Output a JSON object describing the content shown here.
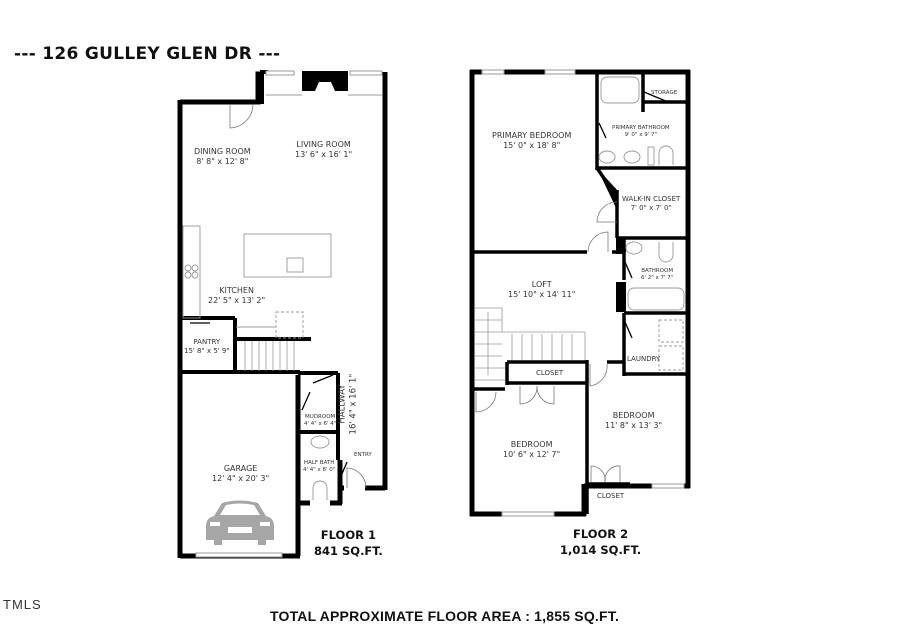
{
  "title": "--- 126 GULLEY GLEN DR ---",
  "floors": [
    {
      "name": "FLOOR 1",
      "area": "841 SQ.FT.",
      "rooms": [
        {
          "name": "DINING ROOM",
          "dims": "8' 8\" x 12' 8\""
        },
        {
          "name": "LIVING ROOM",
          "dims": "13' 6\" x 16' 1\""
        },
        {
          "name": "KITCHEN",
          "dims": "22' 5\" x 13' 2\""
        },
        {
          "name": "PANTRY",
          "dims": "15' 8\" x 5' 9\""
        },
        {
          "name": "GARAGE",
          "dims": "12' 4\" x 20' 3\""
        },
        {
          "name": "MUDROOM",
          "dims": "4' 4\" x 6' 4\""
        },
        {
          "name": "HALF BATH",
          "dims": "4' 4\" x 8' 0\""
        },
        {
          "name": "HALLWAY",
          "dims": "16' 4\" x 16' 1\""
        },
        {
          "name": "ENTRY",
          "dims": ""
        }
      ]
    },
    {
      "name": "FLOOR 2",
      "area": "1,014 SQ.FT.",
      "rooms": [
        {
          "name": "PRIMARY BEDROOM",
          "dims": "15' 0\" x 18' 8\""
        },
        {
          "name": "STORAGE",
          "dims": ""
        },
        {
          "name": "PRIMARY BATHROOM",
          "dims": "9' 0\" x 9' 7\""
        },
        {
          "name": "WALK-IN CLOSET",
          "dims": "7' 0\" x 7' 0\""
        },
        {
          "name": "BATHROOM",
          "dims": "6' 2\" x 7' 7\""
        },
        {
          "name": "LOFT",
          "dims": "15' 10\" x 14' 11\""
        },
        {
          "name": "LAUNDRY",
          "dims": ""
        },
        {
          "name": "CLOSET",
          "dims": ""
        },
        {
          "name": "BEDROOM",
          "dims": "10' 6\" x 12' 7\""
        },
        {
          "name": "BEDROOM",
          "dims": "11' 8\" x 13' 3\""
        },
        {
          "name": "CLOSET",
          "dims": ""
        }
      ]
    }
  ],
  "total": "TOTAL APPROXIMATE FLOOR AREA : 1,855 SQ.FT.",
  "watermark": "TMLS",
  "colors": {
    "wall": "#000000",
    "fixture": "#9a9a9a",
    "car": "#a6a6a6",
    "background": "#ffffff"
  }
}
